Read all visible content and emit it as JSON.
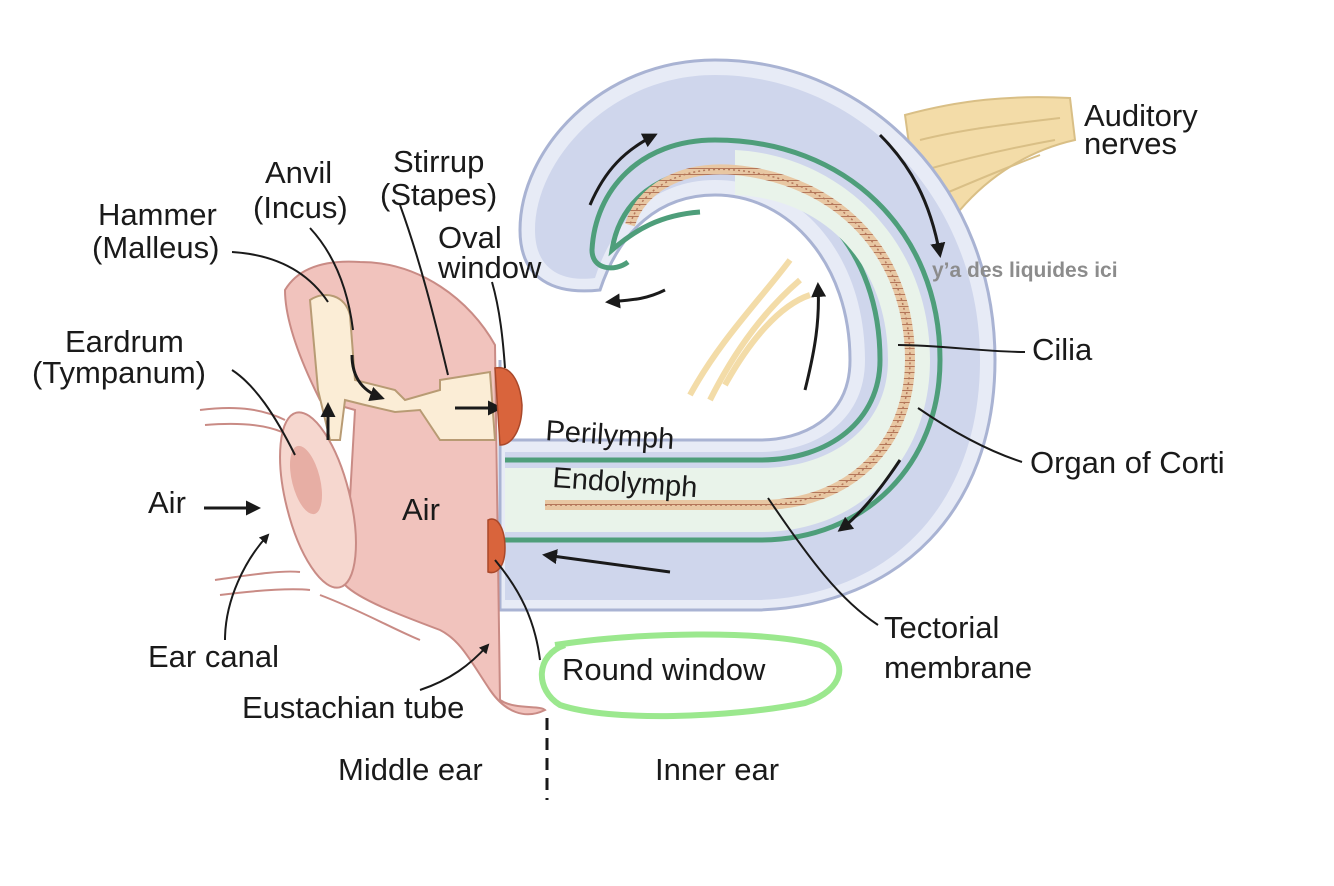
{
  "labels": {
    "hammer_1": "Hammer",
    "hammer_2": "(Malleus)",
    "anvil_1": "Anvil",
    "anvil_2": "(Incus)",
    "stirrup_1": "Stirrup",
    "stirrup_2": "(Stapes)",
    "oval_1": "Oval",
    "oval_2": "window",
    "auditory_1": "Auditory",
    "auditory_2": "nerves",
    "eardrum_1": "Eardrum",
    "eardrum_2": "(Tympanum)",
    "air_outer": "Air",
    "air_middle": "Air",
    "perilymph": "Perilymph",
    "endolymph": "Endolymph",
    "cilia": "Cilia",
    "organ_of_corti": "Organ of Corti",
    "ear_canal": "Ear canal",
    "eustachian_tube": "Eustachian tube",
    "round_window": "Round window",
    "tectorial_1": "Tectorial",
    "tectorial_2": "membrane",
    "middle_ear": "Middle ear",
    "inner_ear": "Inner ear"
  },
  "annotation": {
    "note": "y’a des liquides ici",
    "highlight_color": "#9be88e"
  },
  "colors": {
    "tissue": "#f1c3bd",
    "tissue_edge": "#c98b85",
    "bone": "#fbedd6",
    "cochlea": "#cfd6ec",
    "cochlea_edge": "#a9b3d3",
    "membrane": "#4e9e7a",
    "window": "#d9643c",
    "nerve": "#f3dca8"
  }
}
